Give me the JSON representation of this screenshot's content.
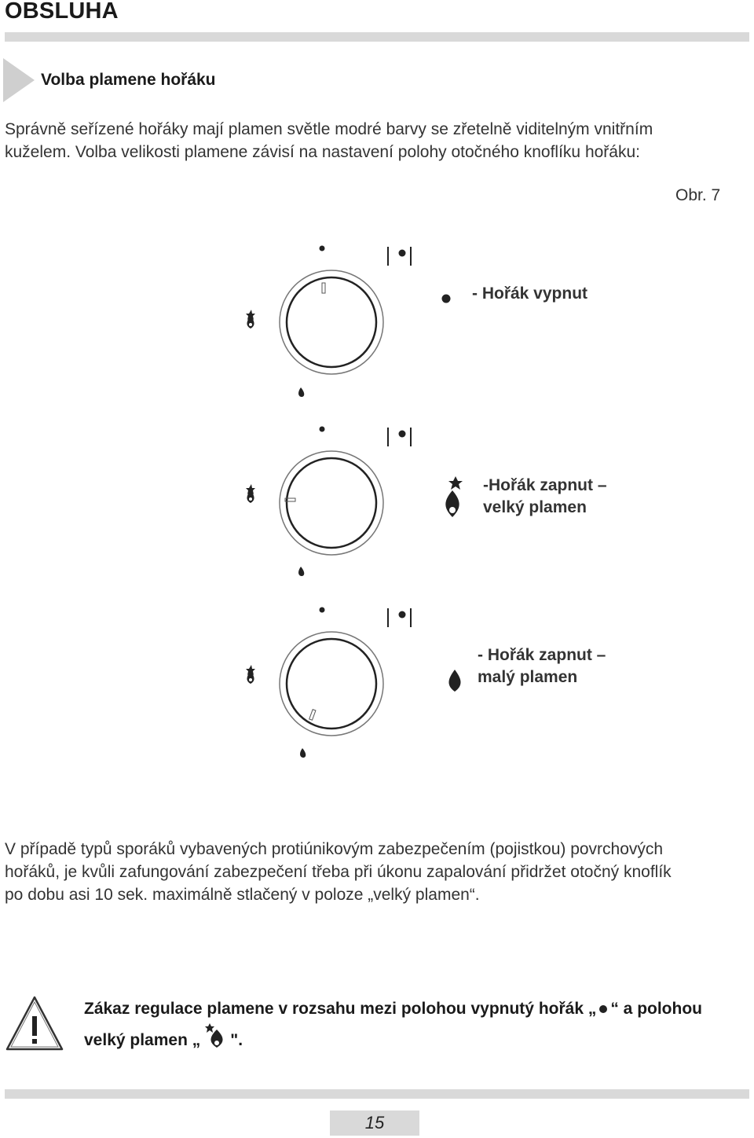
{
  "header": {
    "title": "OBSLUHA"
  },
  "section": {
    "title": "Volba plamene hořáku"
  },
  "intro": {
    "line1": "Správně seřízené hořáky mají plamen světle modré barvy se zřetelně viditelným vnitřním",
    "line2": "kuželem. Volba velikosti plamene závisí na nastavení polohy otočného knoflíku hořáku:"
  },
  "figure": {
    "label": "Obr. 7"
  },
  "legend": [
    {
      "lines": [
        "- Hořák vypnut"
      ]
    },
    {
      "lines": [
        "-Hořák zapnut –",
        "velký plamen"
      ]
    },
    {
      "lines": [
        "- Hořák zapnut –",
        "malý plamen"
      ]
    }
  ],
  "note": {
    "line1": "V případě typů sporáků vybavených protiúnikovým zabezpečením (pojistkou) povrchových",
    "line2": "hořáků, je kvůli zafungování zabezpečení třeba při úkonu zapalování přidržet otočný knoflík",
    "line3": "po dobu asi 10 sek. maximálně stlačený v poloze „velký plamen“."
  },
  "warning": {
    "line1_a": "Zákaz regulace plamene v rozsahu mezi polohou vypnutý hořák „",
    "line1_b": "“ a polohou",
    "line2_a": "velký plamen „",
    "line2_b": "\"."
  },
  "footer": {
    "page_number": "15"
  },
  "icons": [
    "off-dot-icon",
    "large-flame-icon",
    "small-flame-icon",
    "warning-triangle-icon"
  ]
}
